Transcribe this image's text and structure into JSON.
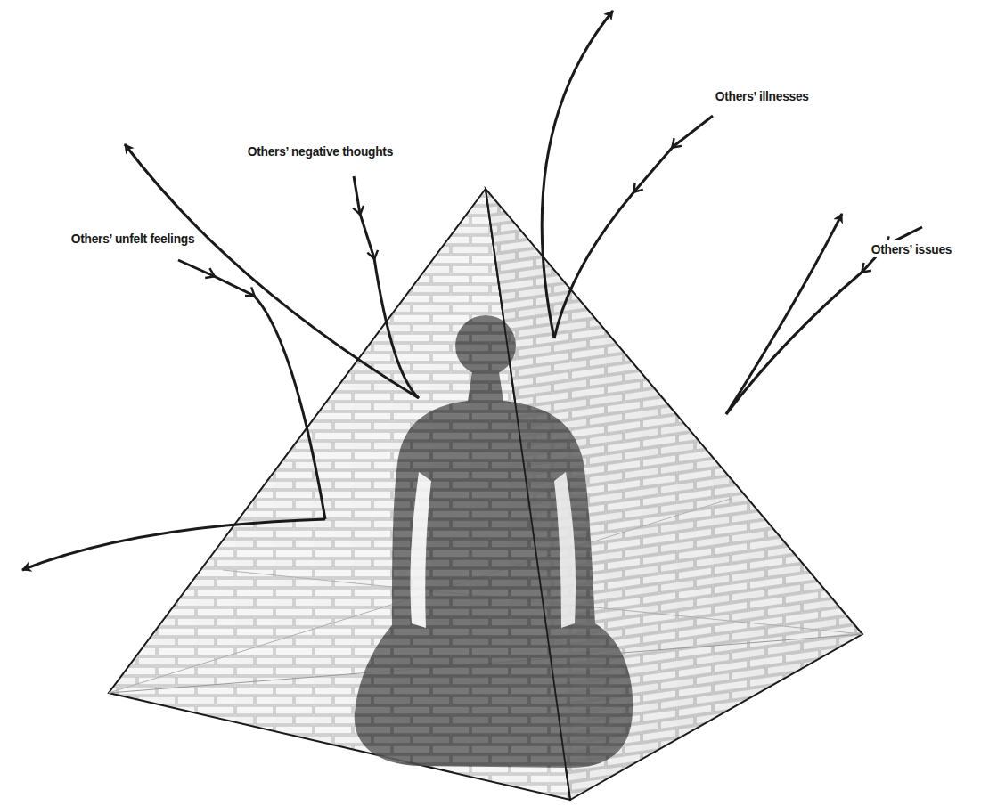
{
  "diagram": {
    "labels": [
      "Others’ negative thoughts",
      "Others’ illnesses",
      "Others’ issues",
      "Others’ unfelt feelings"
    ]
  }
}
